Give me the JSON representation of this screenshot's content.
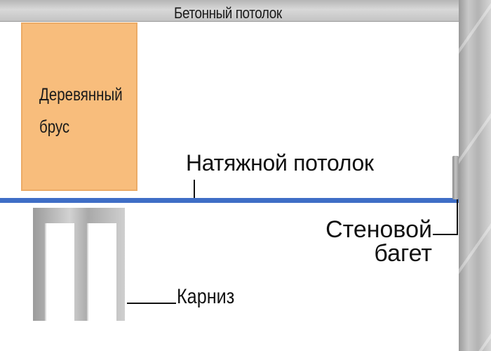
{
  "labels": {
    "concrete_ceiling": "Бетонный потолок",
    "wooden_beam_line1": "Деревянный",
    "wooden_beam_line2": "брус",
    "stretch_ceiling": "Натяжной потолок",
    "wall_baguette_line1": "Стеновой",
    "wall_baguette_line2": "багет",
    "cornice": "Карниз"
  },
  "colors": {
    "stretch_ceiling_line": "#3f6ec6",
    "wooden_beam_fill": "#f8bd7c",
    "concrete": "#c4c4c4"
  }
}
